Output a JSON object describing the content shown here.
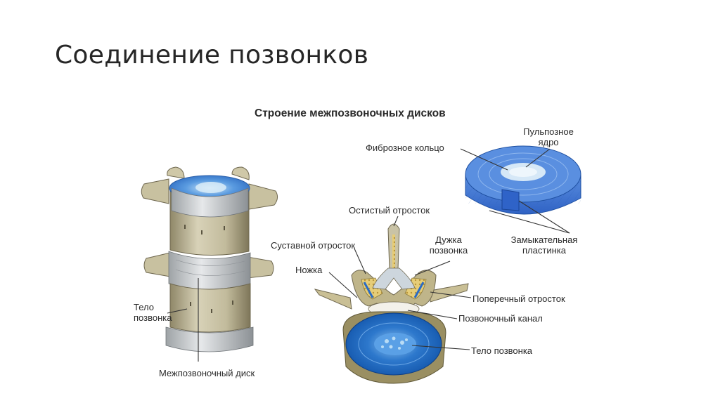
{
  "slide": {
    "title": "Соединение позвонков"
  },
  "figure": {
    "title": "Строение межпозвоночных дисков"
  },
  "labels": {
    "fibrous_ring": "Фиброзное кольцо",
    "nucleus_line1": "Пульпозное",
    "nucleus_line2": "ядро",
    "spinous_process": "Остистый отросток",
    "articular_process": "Суставной отросток",
    "arch_line1": "Дужка",
    "arch_line2": "позвонка",
    "pedicle": "Ножка",
    "endplate_line1": "Замыкательная",
    "endplate_line2": "пластинка",
    "transverse_process": "Поперечный отросток",
    "spinal_canal": "Позвоночный канал",
    "vertebral_body_right": "Тело позвонка",
    "vertebral_body_left_line1": "Тело",
    "vertebral_body_left_line2": "позвонка",
    "intervertebral_disc": "Межпозвоночный диск"
  },
  "colors": {
    "disc_blue": "#4a86d8",
    "disc_dark": "#1f5fb0",
    "bone": "#c9c2a4",
    "bone_dark": "#8f8768",
    "spongy": "#e2c56a"
  }
}
